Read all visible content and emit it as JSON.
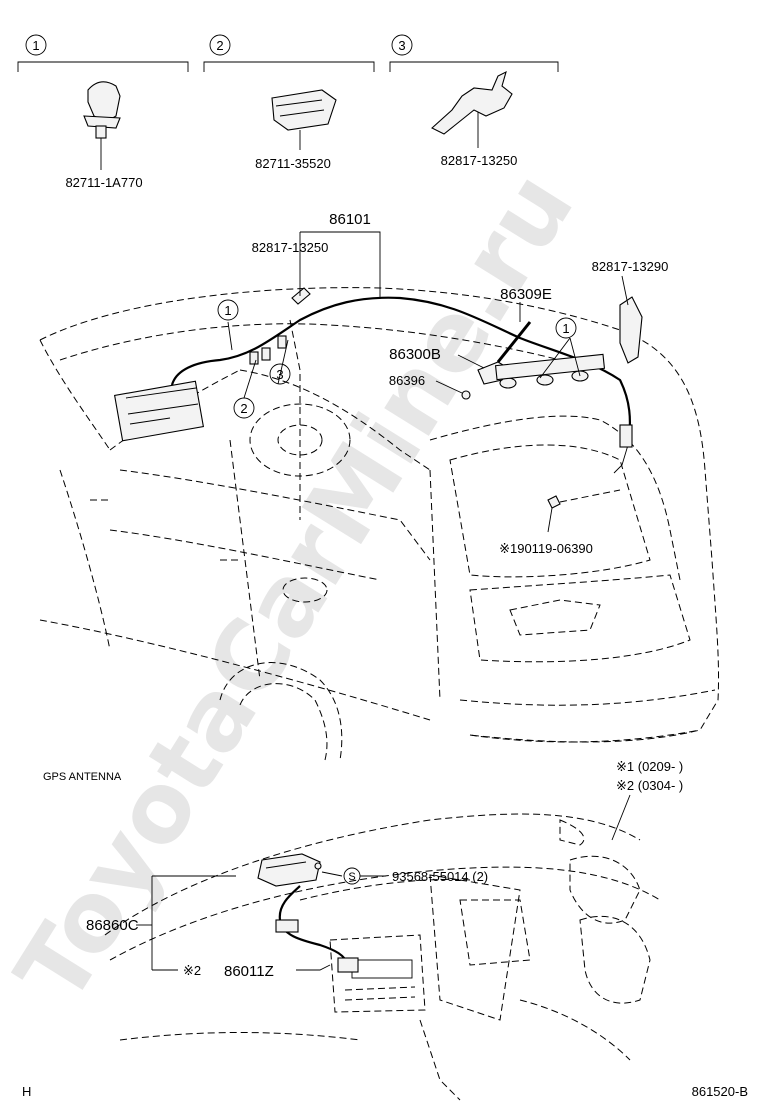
{
  "watermark": "ToyotaCarMine.ru",
  "callouts": [
    {
      "num": "1",
      "part": "82711-1A770"
    },
    {
      "num": "2",
      "part": "82711-35520"
    },
    {
      "num": "3",
      "part": "82817-13250"
    }
  ],
  "main_labels": {
    "cable_assy": "86101",
    "clamp_front": "82817-13250",
    "clamp_rear": "82817-13290",
    "antenna_pole": "86309E",
    "antenna_base": "86300B",
    "nut": "86396",
    "bolt": "※190119-06390"
  },
  "diagram_callouts": {
    "c1": "1",
    "c2": "2",
    "c3": "3"
  },
  "gps": {
    "title": "GPS ANTENNA",
    "note1": "※1 (0209-        )",
    "note2": "※2 (0304-        )",
    "antenna": "86860C",
    "note_ref": "※2",
    "cable": "86011Z",
    "s_mark": "S",
    "screw": "93568-55014 (2)"
  },
  "footer": {
    "left": "H",
    "right": "861520-B"
  }
}
